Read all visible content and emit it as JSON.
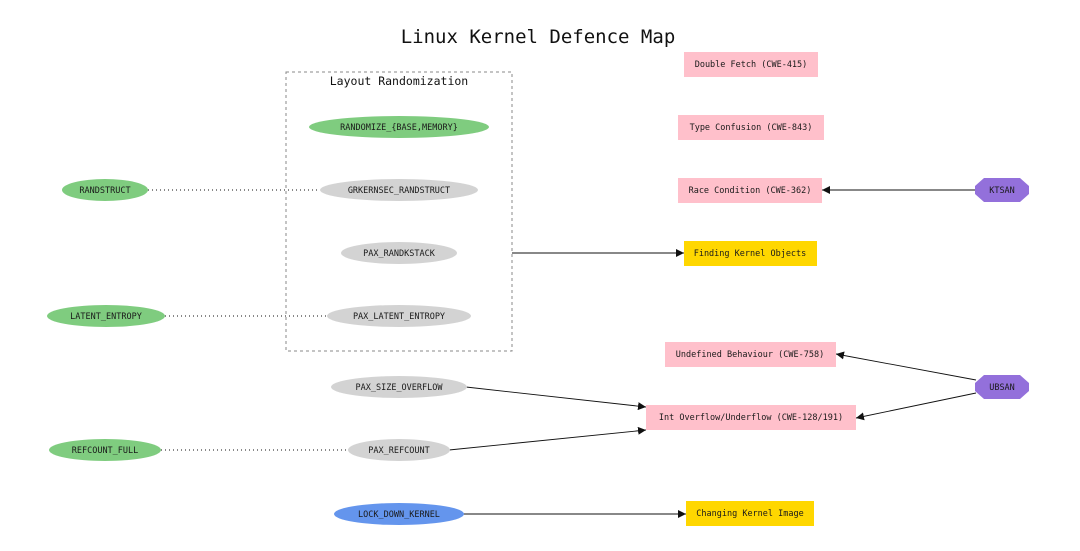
{
  "title": "Linux Kernel Defence Map",
  "cluster": {
    "label": "Layout Randomization"
  },
  "colors": {
    "green": "#7fcc7f",
    "grey": "#d3d3d3",
    "blue": "#6495ed",
    "pink": "#ffc0cb",
    "gold": "#ffd700",
    "purple": "#9370db",
    "line": "#111111",
    "cluster_border": "#888888"
  },
  "nodes": {
    "randomize_base_memory": "RANDOMIZE_{BASE,MEMORY}",
    "grkernsec_randstruct": "GRKERNSEC_RANDSTRUCT",
    "pax_randkstack": "PAX_RANDKSTACK",
    "pax_latent_entropy": "PAX_LATENT_ENTROPY",
    "randstruct": "RANDSTRUCT",
    "latent_entropy": "LATENT_ENTROPY",
    "pax_size_overflow": "PAX_SIZE_OVERFLOW",
    "pax_refcount": "PAX_REFCOUNT",
    "refcount_full": "REFCOUNT_FULL",
    "lock_down_kernel": "LOCK_DOWN_KERNEL",
    "double_fetch": "Double Fetch (CWE-415)",
    "type_confusion": "Type Confusion (CWE-843)",
    "race_condition": "Race Condition (CWE-362)",
    "finding_kernel_objects": "Finding Kernel Objects",
    "undefined_behaviour": "Undefined Behaviour (CWE-758)",
    "int_overflow": "Int Overflow/Underflow (CWE-128/191)",
    "changing_kernel_image": "Changing Kernel Image",
    "ktsan": "KTSAN",
    "ubsan": "UBSAN"
  }
}
